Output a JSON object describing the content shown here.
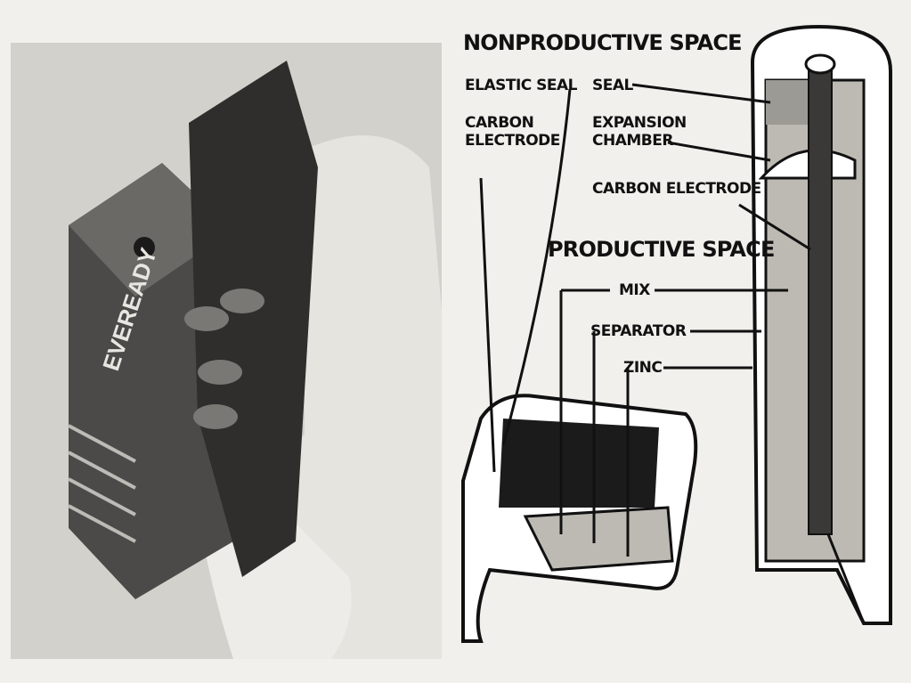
{
  "photo": {
    "brand_text": "EVEREADY"
  },
  "diagram": {
    "nonproductive_title": "NONPRODUCTIVE SPACE",
    "productive_title": "PRODUCTIVE SPACE",
    "labels": {
      "elastic_seal": "ELASTIC SEAL",
      "seal": "SEAL",
      "carbon_electrode_left": "CARBON\nELECTRODE",
      "expansion_chamber": "EXPANSION\nCHAMBER",
      "carbon_electrode_right": "CARBON ELECTRODE",
      "mix": "MIX",
      "separator": "SEPARATOR",
      "zinc": "ZINC"
    }
  }
}
